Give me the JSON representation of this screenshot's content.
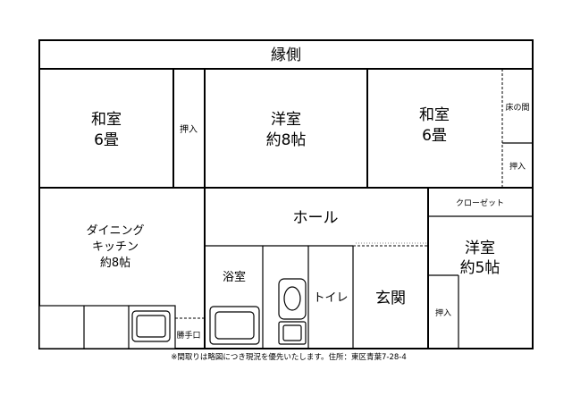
{
  "rooms": {
    "engawa": "縁側",
    "washitsu_left_l1": "和室",
    "washitsu_left_l2": "6畳",
    "oshiire_left": "押入",
    "youshitsu_center_l1": "洋室",
    "youshitsu_center_l2": "約8帖",
    "washitsu_right_l1": "和室",
    "washitsu_right_l2": "6畳",
    "tokonoma": "床の間",
    "oshiire_right_top": "押入",
    "closet": "クローゼット",
    "dk_l1": "ダイニング",
    "dk_l2": "キッチン",
    "dk_l3": "約8帖",
    "hall": "ホール",
    "bath": "浴室",
    "toilet": "トイレ",
    "entrance": "玄関",
    "youshitsu_right_l1": "洋室",
    "youshitsu_right_l2": "約5帖",
    "oshiire_right_bottom": "押入",
    "back_door": "勝手口"
  },
  "footer": {
    "note": "※間取りは略図につき現況を優先いたします。住所：東区青葉7-28-4"
  }
}
